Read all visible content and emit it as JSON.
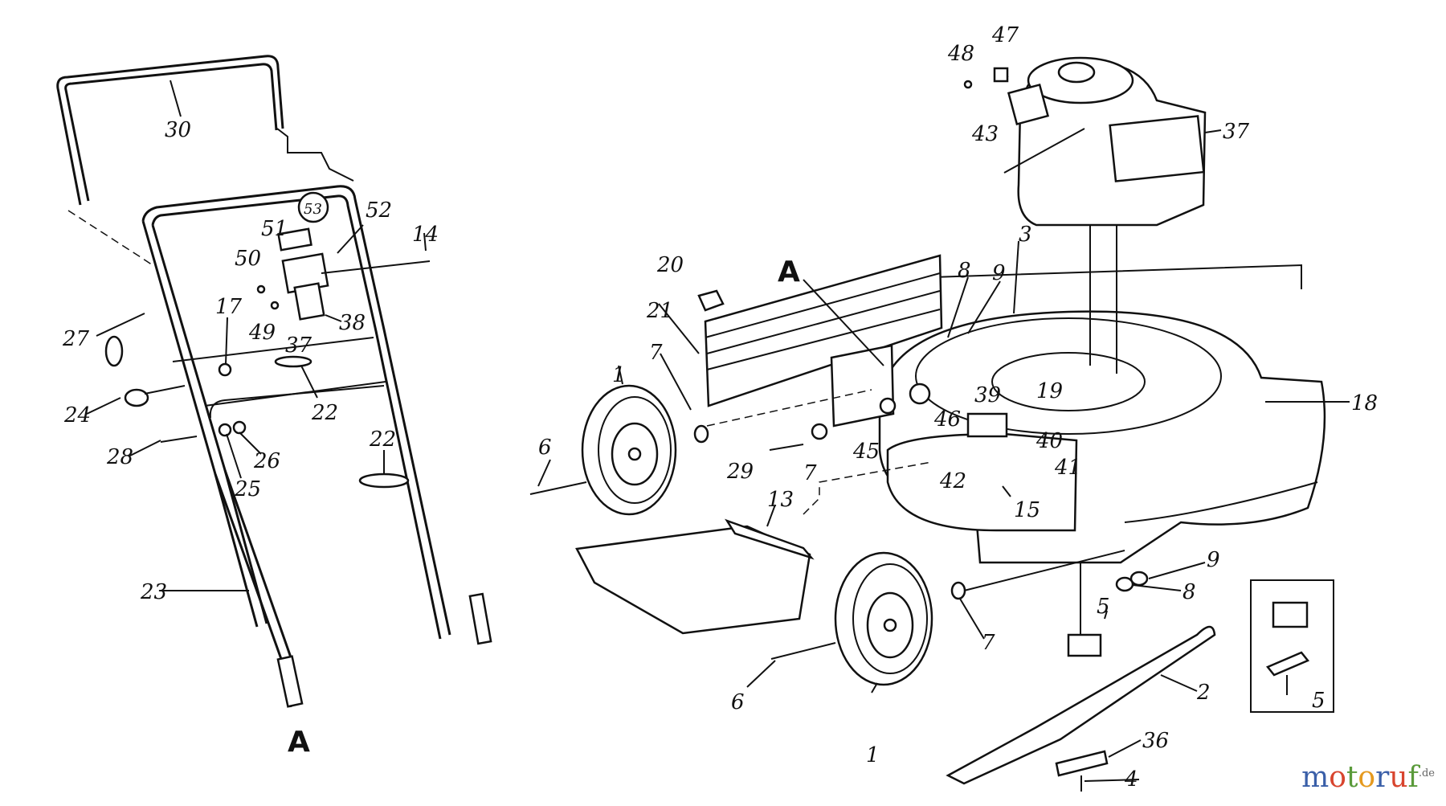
{
  "labels": {
    "n30": "30",
    "n27": "27",
    "n24": "24",
    "n28": "28",
    "n23": "23",
    "n17": "17",
    "n22a": "22",
    "n22b": "22",
    "n25": "25",
    "n26": "26",
    "n49": "49",
    "n50": "50",
    "n51": "51",
    "n52": "52",
    "n53": "53",
    "n14": "14",
    "n37a": "37",
    "n38": "38",
    "A_left": "A",
    "A_center": "A",
    "n20": "20",
    "n21": "21",
    "n7a": "7",
    "n1a": "1",
    "n6a": "6",
    "n29": "29",
    "n7b": "7",
    "n13": "13",
    "n45": "45",
    "n46": "46",
    "n8a": "8",
    "n9a": "9",
    "n3": "3",
    "n39": "39",
    "n19": "19",
    "n40": "40",
    "n41": "41",
    "n42": "42",
    "n15": "15",
    "n18": "18",
    "n48": "48",
    "n47": "47",
    "n43": "43",
    "n37b": "37",
    "n9b": "9",
    "n8b": "8",
    "n5a": "5",
    "n2": "2",
    "n7c": "7",
    "n6b": "6",
    "n1b": "1",
    "n36": "36",
    "n4": "4",
    "n5inset": "5"
  },
  "watermark": {
    "text": "motoruf",
    "domain": ".de",
    "letter_colors": [
      "#3a5fa8",
      "#d8452e",
      "#5a9a3a",
      "#e59a1f",
      "#3a5fa8",
      "#d8452e",
      "#5a9a3a"
    ]
  }
}
